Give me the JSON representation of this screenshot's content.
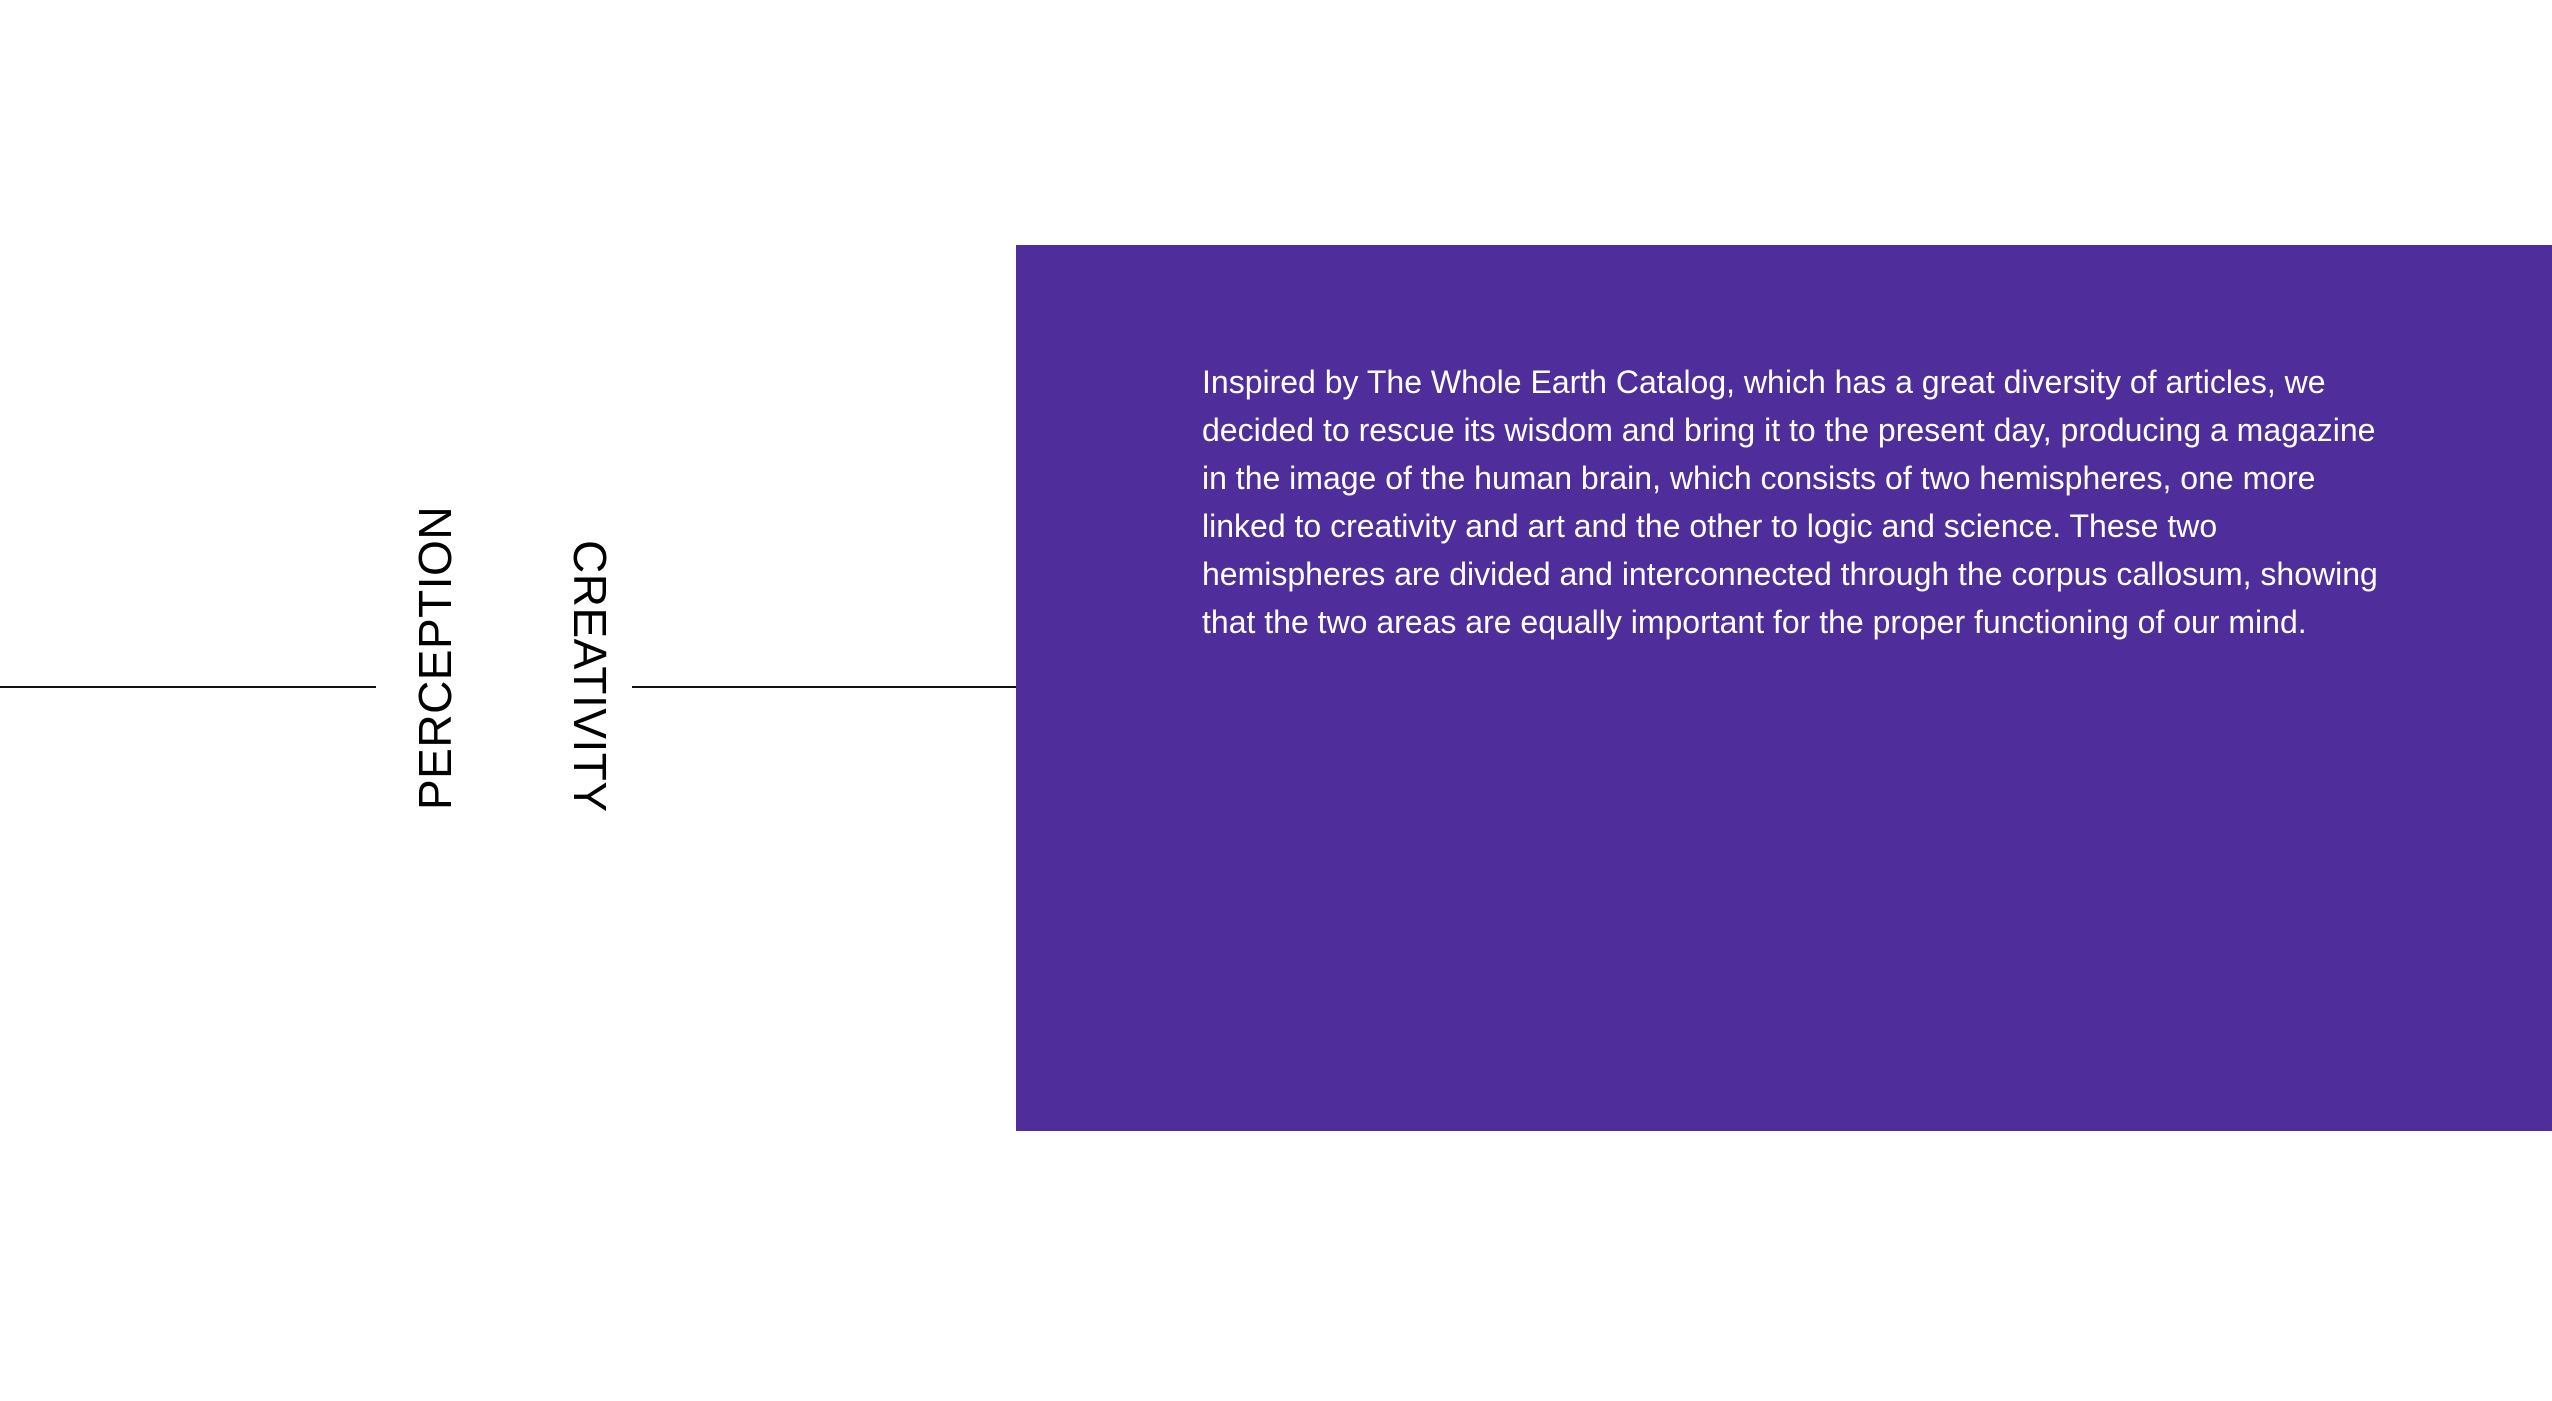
{
  "colors": {
    "background": "#ffffff",
    "panel": "#4f2e9c",
    "panel_text": "#ffffff",
    "label_text": "#000000",
    "rule": "#111111"
  },
  "labels": {
    "perception": "PERCEPTION",
    "creativity": "CREATIVITY"
  },
  "panel": {
    "body": "Inspired by The Whole Earth Catalog, which has a great diversity of articles, we decided to rescue its wisdom and bring it to the present day, producing a magazine in the image of the human brain, which consists of two hemispheres, one more linked to creativity and art and the other to logic and science. These two hemispheres are divided and interconnected through the corpus callosum, showing that the two areas are equally important for the proper functioning of our mind."
  }
}
